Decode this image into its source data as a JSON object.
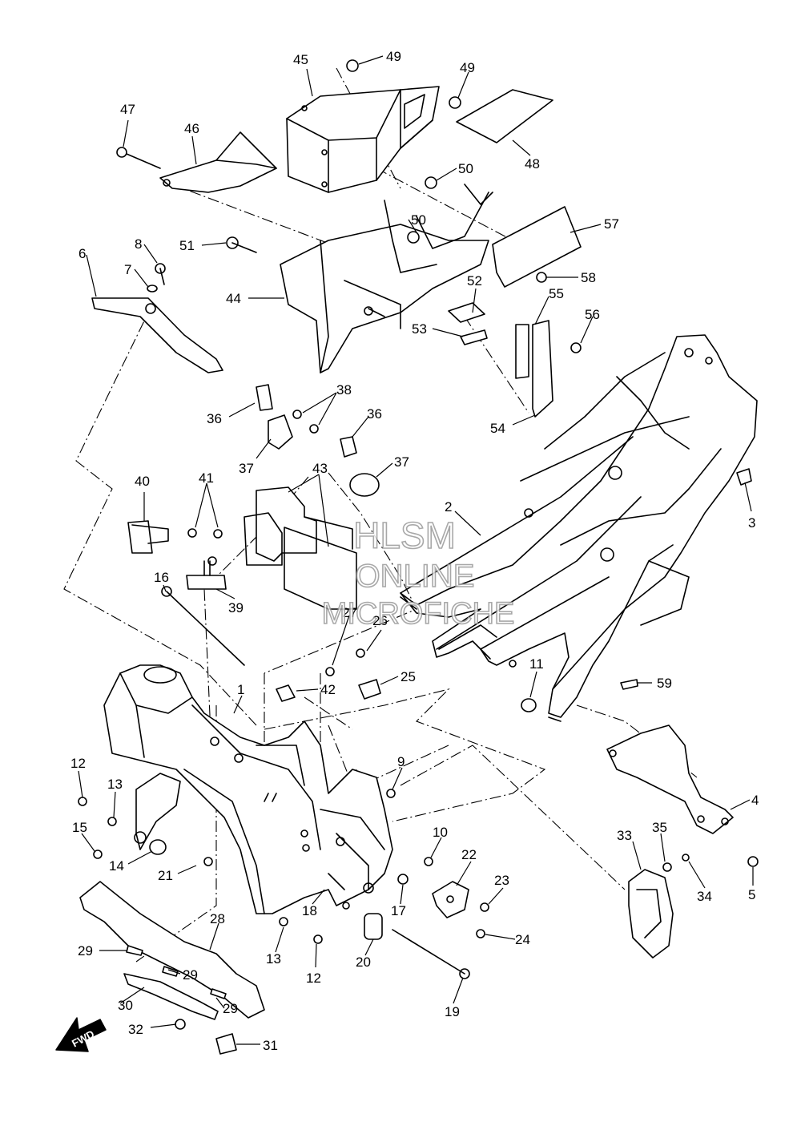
{
  "diagram": {
    "watermark": [
      "HLSM",
      "ONLINE",
      "MICROFICHE"
    ],
    "fwd_label": "FWD",
    "callouts": [
      {
        "n": "45"
      },
      {
        "n": "49"
      },
      {
        "n": "49"
      },
      {
        "n": "47"
      },
      {
        "n": "46"
      },
      {
        "n": "48"
      },
      {
        "n": "50"
      },
      {
        "n": "50"
      },
      {
        "n": "57"
      },
      {
        "n": "51"
      },
      {
        "n": "8"
      },
      {
        "n": "6"
      },
      {
        "n": "7"
      },
      {
        "n": "58"
      },
      {
        "n": "44"
      },
      {
        "n": "52"
      },
      {
        "n": "55"
      },
      {
        "n": "53"
      },
      {
        "n": "56"
      },
      {
        "n": "38"
      },
      {
        "n": "36"
      },
      {
        "n": "36"
      },
      {
        "n": "54"
      },
      {
        "n": "37"
      },
      {
        "n": "37"
      },
      {
        "n": "43"
      },
      {
        "n": "40"
      },
      {
        "n": "41"
      },
      {
        "n": "2"
      },
      {
        "n": "3"
      },
      {
        "n": "16"
      },
      {
        "n": "39"
      },
      {
        "n": "26"
      },
      {
        "n": "27"
      },
      {
        "n": "1"
      },
      {
        "n": "11"
      },
      {
        "n": "42"
      },
      {
        "n": "25"
      },
      {
        "n": "59"
      },
      {
        "n": "9"
      },
      {
        "n": "12"
      },
      {
        "n": "13"
      },
      {
        "n": "4"
      },
      {
        "n": "15"
      },
      {
        "n": "10"
      },
      {
        "n": "35"
      },
      {
        "n": "33"
      },
      {
        "n": "14"
      },
      {
        "n": "22"
      },
      {
        "n": "21"
      },
      {
        "n": "23"
      },
      {
        "n": "34"
      },
      {
        "n": "5"
      },
      {
        "n": "18"
      },
      {
        "n": "17"
      },
      {
        "n": "28"
      },
      {
        "n": "24"
      },
      {
        "n": "29"
      },
      {
        "n": "13"
      },
      {
        "n": "29"
      },
      {
        "n": "20"
      },
      {
        "n": "12"
      },
      {
        "n": "30"
      },
      {
        "n": "29"
      },
      {
        "n": "19"
      },
      {
        "n": "32"
      },
      {
        "n": "31"
      }
    ]
  }
}
